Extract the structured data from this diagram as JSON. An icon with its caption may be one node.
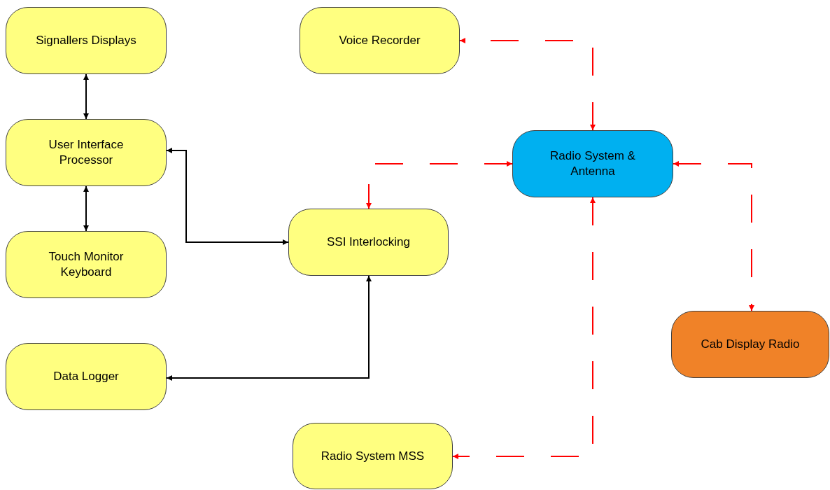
{
  "diagram": {
    "nodes": [
      {
        "text": [
          "Signallers Displays"
        ]
      },
      {
        "text": [
          "User Interface Processor"
        ]
      },
      {
        "text": [
          "Touch Monitor Keyboard"
        ]
      },
      {
        "text": [
          "Data Logger"
        ]
      },
      {
        "text": [
          "Voice Recorder"
        ]
      },
      {
        "text": [
          "Radio System & Antenna"
        ]
      },
      {
        "text": [
          "SSI Interlocking"
        ]
      },
      {
        "text": [
          "Cab Display Radio"
        ]
      },
      {
        "text": [
          "Radio System MSS"
        ]
      }
    ],
    "edges": [
      {
        "from": 0,
        "to": 1,
        "arrow": "both",
        "color": "#000000"
      },
      {
        "from": 1,
        "to": 2,
        "arrow": "both",
        "color": "#000000"
      },
      {
        "from": 1,
        "to": 6,
        "arrow": "both",
        "color": "#000000"
      },
      {
        "from": 3,
        "to": 6,
        "arrow": "both",
        "color": "#000000"
      },
      {
        "from": 5,
        "to": 4,
        "arrow": "both",
        "style": "dashed",
        "color": "#ff0000"
      },
      {
        "from": 5,
        "to": 6,
        "arrow": "both",
        "style": "dashed",
        "color": "#ff0000"
      },
      {
        "from": 5,
        "to": 7,
        "arrow": "both",
        "style": "dashed",
        "color": "#ff0000"
      },
      {
        "from": 5,
        "to": 8,
        "arrow": "both",
        "style": "dashed",
        "color": "#ff0000"
      }
    ]
  }
}
